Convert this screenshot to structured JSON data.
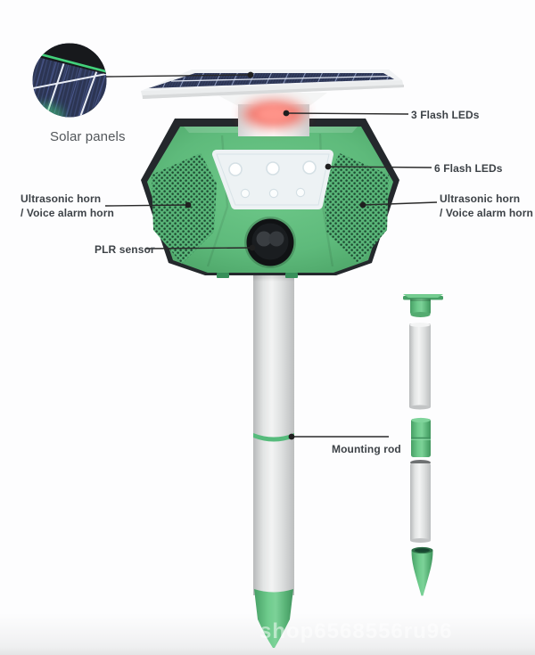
{
  "labels": {
    "solar_panels": "Solar panels",
    "flash_leds_3": "3 Flash LEDs",
    "flash_leds_6": "6 Flash LEDs",
    "ultrasonic_horn_line1": "Ultrasonic horn",
    "ultrasonic_horn_line2": "/ Voice alarm horn",
    "plr_sensor": "PLR sensor",
    "mounting_rod": "Mounting rod"
  },
  "watermark": "shop6568556ru96",
  "colors": {
    "body_green": "#5eba7b",
    "accent_green": "#62c284",
    "dark_trim": "#26292d",
    "solar_cell_navy": "#2c3553",
    "led_glow_red": "#f4685c",
    "pole_gray": "#d6d8d8",
    "label_text": "#3d4247"
  }
}
